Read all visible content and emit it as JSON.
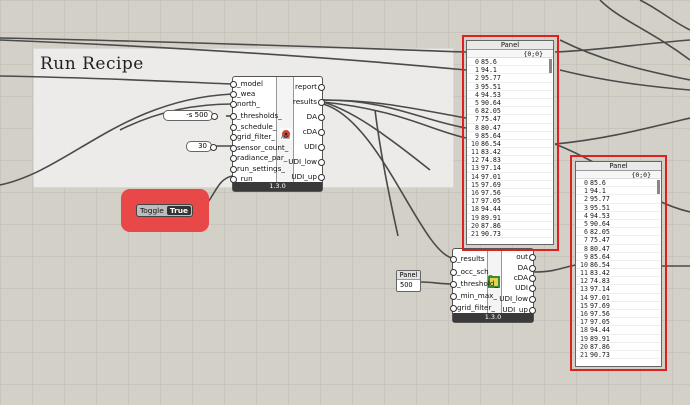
{
  "group": {
    "title": "Run Recipe"
  },
  "recipe_component": {
    "inputs": [
      "_model",
      "_wea",
      "north_",
      "_thresholds_",
      "_schedule_",
      "grid_filter_",
      "sensor_count_",
      "radiance_par_",
      "run_settings_",
      "_run"
    ],
    "outputs": [
      "report",
      "results",
      "DA",
      "cDA",
      "UDI",
      "UDI_low",
      "UDI_up"
    ],
    "version": "1.3.0"
  },
  "threshold_input": {
    "value": "-s 500"
  },
  "sensor_input": {
    "value": "30"
  },
  "toggle": {
    "label": "Toggle",
    "value": "True"
  },
  "post_component": {
    "inputs": [
      "_results",
      "_occ_sch_",
      "_threshold_",
      "_min_max_",
      "grid_filter_"
    ],
    "outputs": [
      "out",
      "DA",
      "cDA",
      "UDI",
      "UDI_low",
      "UDI_up"
    ],
    "version": "1.3.0"
  },
  "small_panel": {
    "title": "Panel",
    "value": "500"
  },
  "panel_top": {
    "title": "Panel",
    "path": "{0;0}",
    "rows": [
      {
        "i": "0",
        "v": "85.6"
      },
      {
        "i": "1",
        "v": "94.1"
      },
      {
        "i": "2",
        "v": "95.77"
      },
      {
        "i": "3",
        "v": "95.51"
      },
      {
        "i": "4",
        "v": "94.53"
      },
      {
        "i": "5",
        "v": "90.64"
      },
      {
        "i": "6",
        "v": "82.05"
      },
      {
        "i": "7",
        "v": "75.47"
      },
      {
        "i": "8",
        "v": "80.47"
      },
      {
        "i": "9",
        "v": "85.64"
      },
      {
        "i": "10",
        "v": "86.54"
      },
      {
        "i": "11",
        "v": "83.42"
      },
      {
        "i": "12",
        "v": "74.83"
      },
      {
        "i": "13",
        "v": "97.14"
      },
      {
        "i": "14",
        "v": "97.01"
      },
      {
        "i": "15",
        "v": "97.69"
      },
      {
        "i": "16",
        "v": "97.56"
      },
      {
        "i": "17",
        "v": "97.05"
      },
      {
        "i": "18",
        "v": "94.44"
      },
      {
        "i": "19",
        "v": "89.91"
      },
      {
        "i": "20",
        "v": "87.86"
      },
      {
        "i": "21",
        "v": "90.73"
      }
    ]
  },
  "panel_bottom": {
    "title": "Panel",
    "path": "{0;0}",
    "rows": [
      {
        "i": "0",
        "v": "85.6"
      },
      {
        "i": "1",
        "v": "94.1"
      },
      {
        "i": "2",
        "v": "95.77"
      },
      {
        "i": "3",
        "v": "95.51"
      },
      {
        "i": "4",
        "v": "94.53"
      },
      {
        "i": "5",
        "v": "90.64"
      },
      {
        "i": "6",
        "v": "82.05"
      },
      {
        "i": "7",
        "v": "75.47"
      },
      {
        "i": "8",
        "v": "80.47"
      },
      {
        "i": "9",
        "v": "85.64"
      },
      {
        "i": "10",
        "v": "86.54"
      },
      {
        "i": "11",
        "v": "83.42"
      },
      {
        "i": "12",
        "v": "74.83"
      },
      {
        "i": "13",
        "v": "97.14"
      },
      {
        "i": "14",
        "v": "97.01"
      },
      {
        "i": "15",
        "v": "97.69"
      },
      {
        "i": "16",
        "v": "97.56"
      },
      {
        "i": "17",
        "v": "97.05"
      },
      {
        "i": "18",
        "v": "94.44"
      },
      {
        "i": "19",
        "v": "89.91"
      },
      {
        "i": "20",
        "v": "87.86"
      },
      {
        "i": "21",
        "v": "90.73"
      }
    ]
  },
  "colors": {
    "highlight": "#e02020",
    "toggle_highlight": "#e84848",
    "canvas": "#d3d0c8"
  }
}
